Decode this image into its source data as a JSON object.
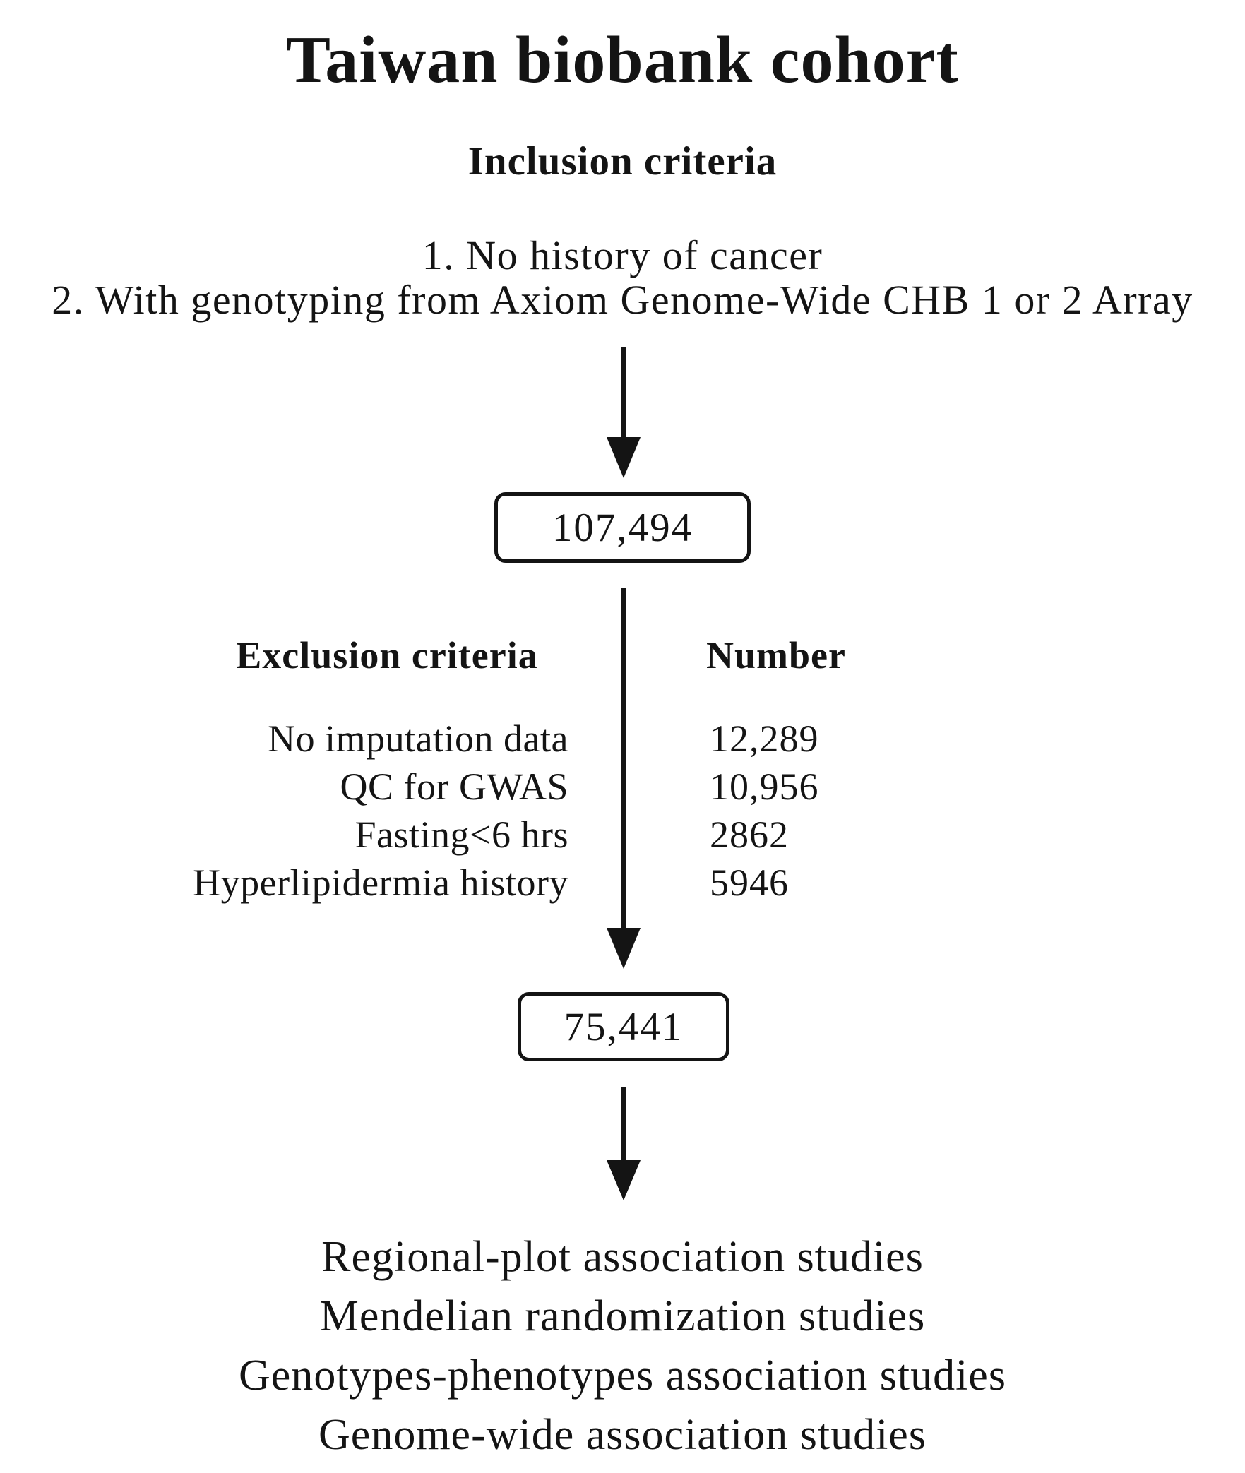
{
  "title": "Taiwan biobank cohort",
  "inclusion": {
    "heading": "Inclusion criteria",
    "items": [
      "1. No history of cancer",
      "2. With genotyping from Axiom Genome-Wide CHB 1 or 2 Array"
    ]
  },
  "cohort_counts": {
    "after_inclusion": "107,494",
    "after_exclusion": "75,441"
  },
  "exclusion": {
    "heading": "Exclusion criteria",
    "number_heading": "Number",
    "rows": [
      {
        "label": "No imputation data",
        "value": "12,289"
      },
      {
        "label": "QC for GWAS",
        "value": "10,956"
      },
      {
        "label": "Fasting<6 hrs",
        "value": "2862"
      },
      {
        "label": "Hyperlipidermia history",
        "value": "5946"
      }
    ]
  },
  "outcomes": [
    "Regional-plot association studies",
    "Mendelian randomization studies",
    "Genotypes-phenotypes association studies",
    "Genome-wide association studies"
  ],
  "colors": {
    "text": "#141414",
    "background": "#ffffff"
  }
}
